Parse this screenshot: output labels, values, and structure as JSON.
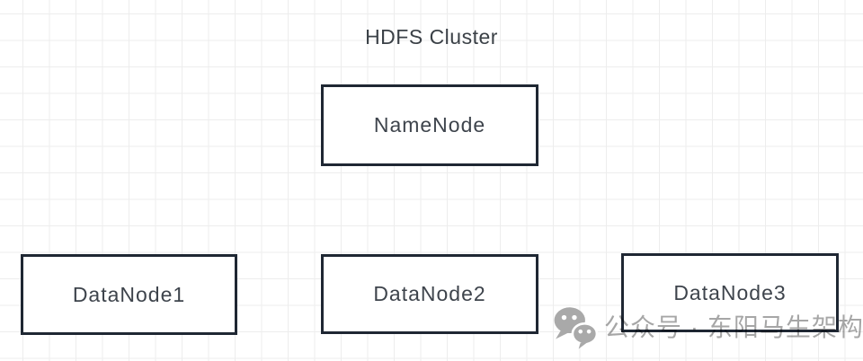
{
  "diagram": {
    "title": "HDFS Cluster",
    "nodes": [
      {
        "id": "namenode",
        "label": "NameNode"
      },
      {
        "id": "datanode1",
        "label": "DataNode1"
      },
      {
        "id": "datanode2",
        "label": "DataNode2"
      },
      {
        "id": "datanode3",
        "label": "DataNode3"
      }
    ]
  },
  "watermark": {
    "icon": "wechat-icon",
    "text": "公众号 · 东阳马生架构"
  },
  "colors": {
    "background": "#ffffff",
    "grid_line": "#ededed",
    "node_border": "#1f2733",
    "node_fill": "#ffffff",
    "node_text": "#3e444c",
    "title_text": "#3b4147",
    "watermark": "#a9a9a9"
  }
}
